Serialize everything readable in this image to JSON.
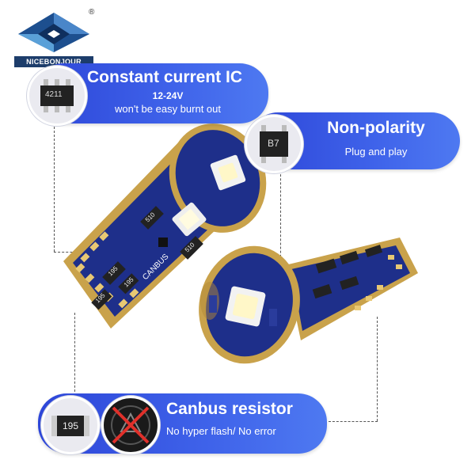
{
  "brand": {
    "name": "NICEBONJOUR",
    "reg_mark": "®"
  },
  "features": [
    {
      "title": "Constant current IC",
      "line1": "12-24V",
      "line2": "won't be easy burnt out",
      "chip_label": "4211"
    },
    {
      "title": "Non-polarity",
      "line1": "Plug and play",
      "chip_label": "B7"
    },
    {
      "title": "Canbus resistor",
      "line1": "No hyper flash/ No error",
      "chip_label": "195"
    }
  ],
  "bulb_labels": {
    "resistor_a": "510",
    "resistor_b": "510",
    "resistor_c": "195",
    "resistor_d": "195",
    "resistor_e": "195",
    "board_text": "CANBUS"
  },
  "colors": {
    "pill_blue": "#3550e0",
    "gold": "#c8a34e",
    "pcb_blue": "#1e2f8a"
  }
}
